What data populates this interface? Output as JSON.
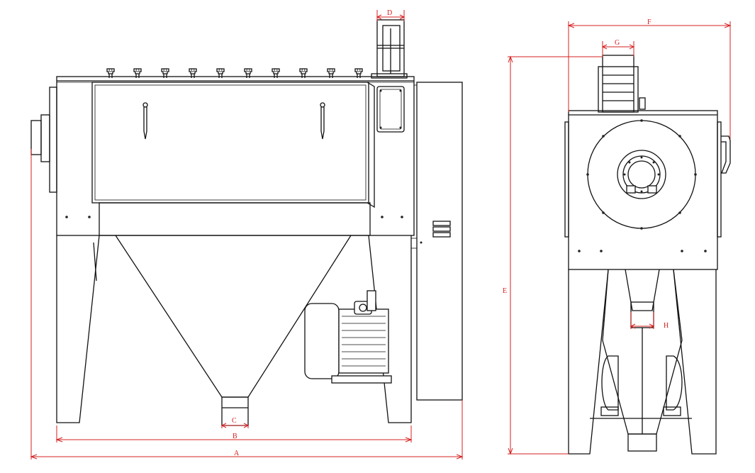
{
  "colors": {
    "line": "#111111",
    "dimension": "#d42020",
    "background": "#ffffff"
  },
  "dimension_labels": {
    "A": "A",
    "B": "B",
    "C": "C",
    "D": "D",
    "E": "E",
    "F": "F",
    "G": "G",
    "H": "H"
  }
}
